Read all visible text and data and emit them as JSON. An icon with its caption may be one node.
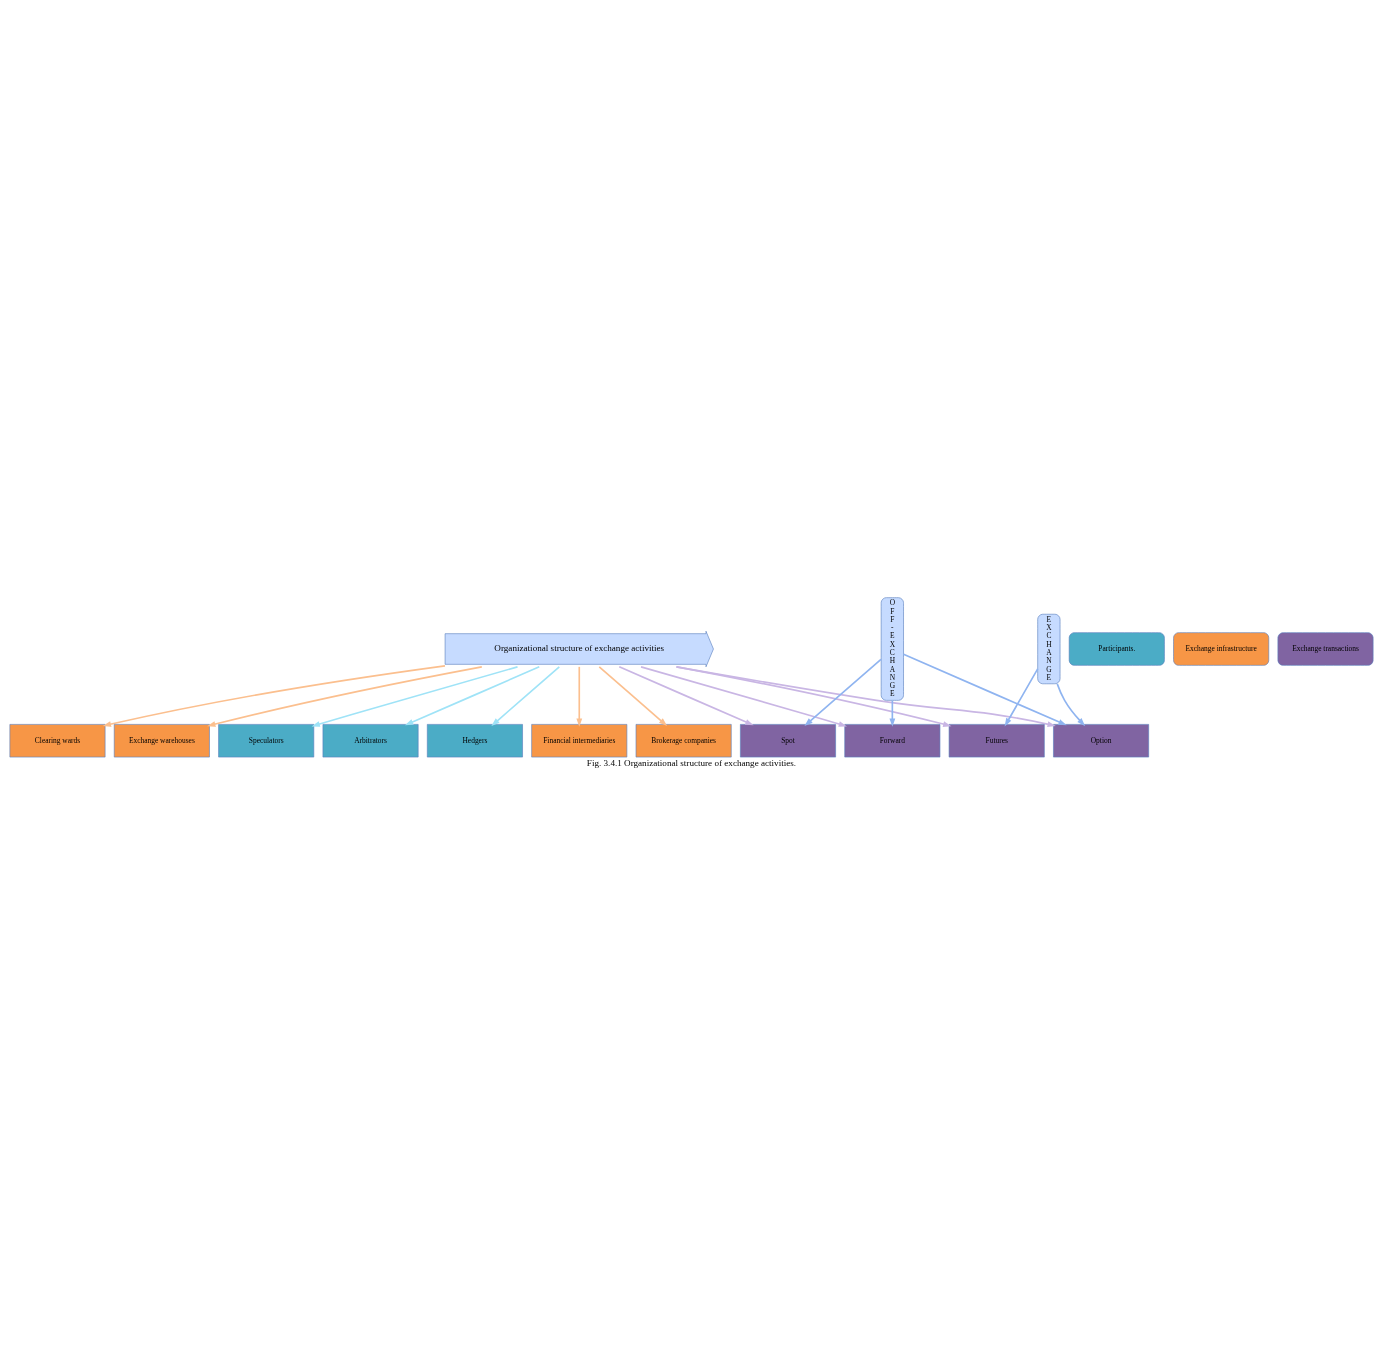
{
  "diagram": {
    "caption": "Fig. 3.4.1 Organizational structure of exchange activities.",
    "nodes": [
      {
        "text": [
          "Organizational structure of exchange activities"
        ]
      },
      {
        "text": [
          "Participants."
        ]
      },
      {
        "text": [
          "Speculators"
        ]
      },
      {
        "text": [
          "Arbitrators"
        ]
      },
      {
        "text": [
          "Hedgers"
        ]
      },
      {
        "text": [
          "Exchange infrastructure"
        ]
      },
      {
        "text": [
          "Financial intermediaries"
        ]
      },
      {
        "text": [
          "Brokerage companies"
        ]
      },
      {
        "text": [
          "Clearing wards"
        ]
      },
      {
        "text": [
          "Exchange warehouses"
        ]
      },
      {
        "text": [
          "Exchange transactions"
        ]
      },
      {
        "text": [
          "Forward"
        ]
      },
      {
        "text": [
          "Spot"
        ]
      },
      {
        "text": [
          "Option"
        ]
      },
      {
        "text": [
          "Futures"
        ]
      },
      {
        "text": [
          "OFF-EXCHANGE"
        ]
      },
      {
        "text": [
          "EXCHANGE"
        ]
      }
    ],
    "edges": [
      {
        "from": 0,
        "to": 2,
        "arrow": "to",
        "color": "#9fe3f7"
      },
      {
        "from": 0,
        "to": 3,
        "arrow": "to",
        "color": "#9fe3f7"
      },
      {
        "from": 0,
        "to": 4,
        "arrow": "to",
        "color": "#9fe3f7"
      },
      {
        "from": 0,
        "to": 6,
        "arrow": "to",
        "color": "#fbbf8e"
      },
      {
        "from": 0,
        "to": 7,
        "arrow": "to",
        "color": "#fbbf8e"
      },
      {
        "from": 0,
        "to": 8,
        "arrow": "to",
        "color": "#fbbf8e"
      },
      {
        "from": 0,
        "to": 9,
        "arrow": "to",
        "color": "#fbbf8e"
      },
      {
        "from": 0,
        "to": 11,
        "arrow": "to",
        "color": "#c9b6e4"
      },
      {
        "from": 0,
        "to": 12,
        "arrow": "to",
        "color": "#c9b6e4"
      },
      {
        "from": 0,
        "to": 13,
        "arrow": "to",
        "color": "#c9b6e4"
      },
      {
        "from": 0,
        "to": 14,
        "arrow": "to",
        "color": "#c9b6e4"
      },
      {
        "from": 15,
        "to": 11,
        "arrow": "to",
        "color": "#8fb4f0"
      },
      {
        "from": 15,
        "to": 12,
        "arrow": "to",
        "color": "#8fb4f0"
      },
      {
        "from": 15,
        "to": 13,
        "arrow": "to",
        "color": "#8fb4f0"
      },
      {
        "from": 16,
        "to": 13,
        "arrow": "to",
        "color": "#8fb4f0"
      },
      {
        "from": 16,
        "to": 14,
        "arrow": "to",
        "color": "#8fb4f0"
      }
    ]
  }
}
